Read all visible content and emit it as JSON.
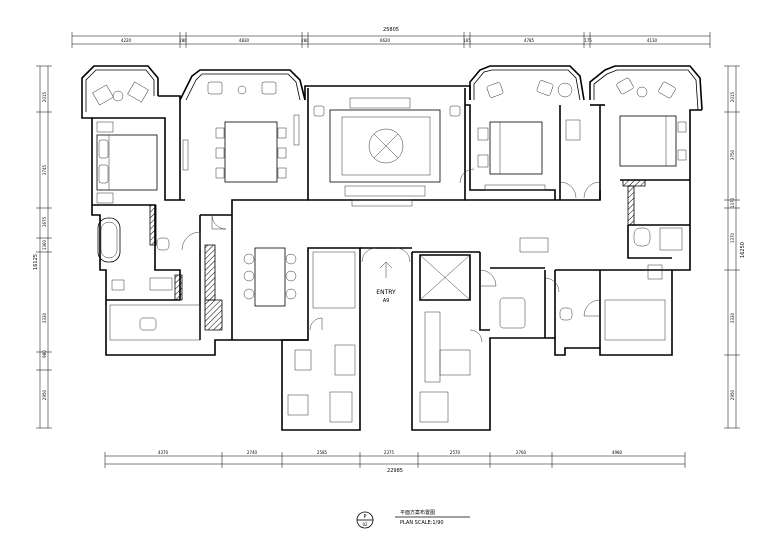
{
  "dims": {
    "top_total": "25805",
    "top_segments": [
      "4220",
      "280",
      "4830",
      "280",
      "6620",
      "165",
      "4785",
      "175",
      "4130"
    ],
    "bottom_total": "22985",
    "bottom_segments": [
      "4370",
      "2740",
      "2585",
      "2375",
      "2570",
      "2760",
      "4980"
    ],
    "left": [
      "2015",
      "3745",
      "1675",
      "1360",
      "3330",
      "980",
      "2950"
    ],
    "left_total": "16125",
    "right": [
      "2015",
      "3750",
      "1370",
      "1370",
      "3330",
      "2950"
    ],
    "right_total": "16250"
  },
  "entry": {
    "label": "ENTRY",
    "sub": "A9"
  },
  "title": {
    "main": "平面方案布置图",
    "scale": "PLAN  SCALE:1/90",
    "mark_top": "P",
    "mark_bottom": "02"
  }
}
